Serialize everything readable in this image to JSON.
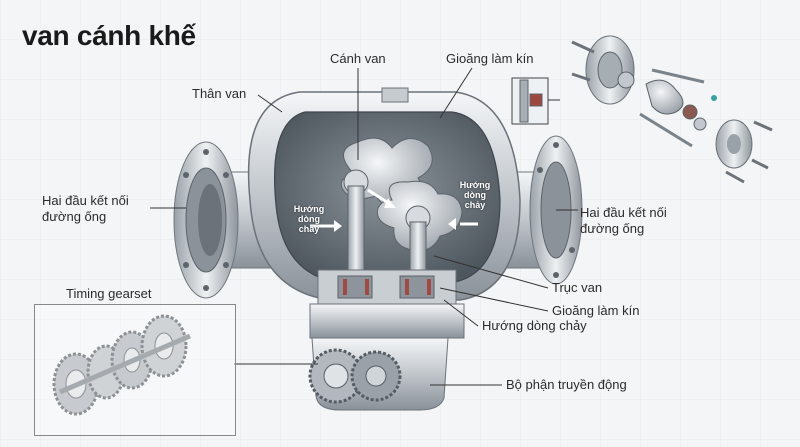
{
  "title": "van cánh khế",
  "labels": {
    "than_van": "Thân van",
    "canh_van": "Cánh van",
    "gioang_top": "Gioăng làm kín",
    "hai_dau_left_1": "Hai đầu kết nối",
    "hai_dau_left_2": "đường ống",
    "hai_dau_right_1": "Hai đầu kết nối",
    "hai_dau_right_2": "đường ống",
    "truc_van": "Trục van",
    "gioang_bottom": "Gioăng làm kín",
    "huong_dong_chay": "Hướng dòng chảy",
    "bo_phan": "Bộ phận truyền động",
    "timing": "Timing gearset",
    "flow_left_1": "Hướng dòng",
    "flow_left_2": "chảy",
    "flow_right_1": "Hướng dòng",
    "flow_right_2": "chảy"
  },
  "colors": {
    "steel_light": "#e4e7ea",
    "steel_mid": "#b9bec4",
    "steel_dark": "#7d848c",
    "cavity": "#5d6670",
    "leader": "#333333",
    "arrow": "#ffffff"
  }
}
